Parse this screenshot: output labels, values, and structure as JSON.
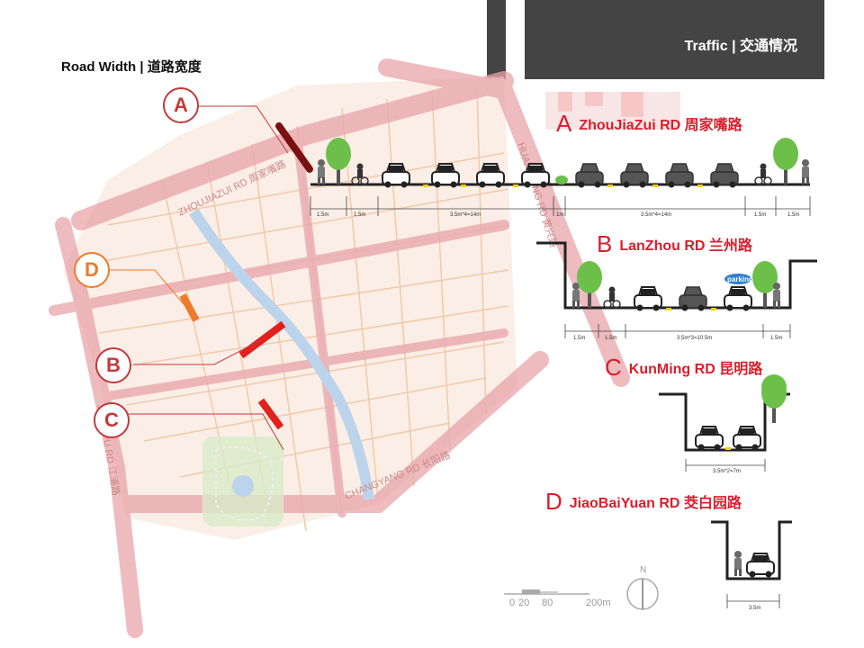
{
  "header": {
    "title": "Traffic  |  交通情况"
  },
  "page_title": "Road Width |   道路宽度",
  "markers": {
    "a": "A",
    "b": "B",
    "c": "C",
    "d": "D"
  },
  "sections": {
    "a": {
      "letter": "A",
      "name": "ZhouJiaZui RD  周家嘴路"
    },
    "b": {
      "letter": "B",
      "name": "LanZhou RD  兰州路"
    },
    "c": {
      "letter": "C",
      "name": "KunMing RD  昆明路"
    },
    "d": {
      "letter": "D",
      "name": "JiaoBaiYuan RD  茭白园路"
    }
  },
  "map_labels": {
    "zhoujiazui": "ZHOUJIAZUI RD 周家嘴路",
    "changyang": "CHANGYANG RD 长阳路",
    "jiangpu": "JIANGPU RD 江浦路",
    "huangxing": "HUANGXING RD 黄兴路"
  },
  "parking_label": "parking",
  "dims": {
    "a": [
      "1.5m",
      "1.5m",
      "3.5m*4=14m",
      "1m",
      "3.5m*4=14m",
      "1.5m",
      "1.5m"
    ],
    "b": [
      "1.5m",
      "1.5m",
      "3.5m*3=10.5m",
      "1.5m"
    ],
    "c": [
      "3.5m*2=7m"
    ],
    "d": [
      "3.5m"
    ]
  },
  "scale_labels": {
    "s0": "0",
    "s20": "20",
    "s80": "80",
    "s200": "200m"
  },
  "north_label": "N",
  "colors": {
    "header_bg": "#444444",
    "accent_red": "#d81e2c",
    "marker_red": "#c23a3a",
    "accent_orange": "#ee7a2b",
    "road_pink": "#e9a5ab",
    "tree_green": "#6cc04a"
  }
}
